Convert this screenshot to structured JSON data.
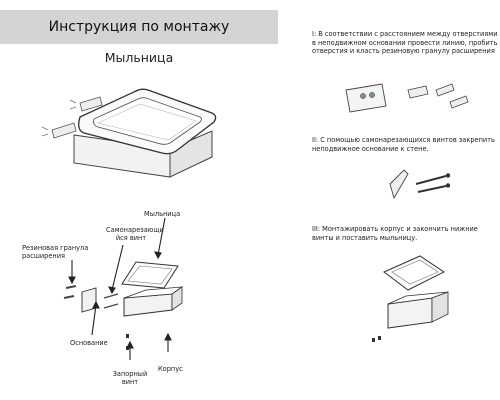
{
  "header": {
    "title": "Инструкция по монтажу"
  },
  "product": {
    "name": "Мыльница"
  },
  "labels": {
    "granule": "Резиновая гранула расширения",
    "self_tapping": "Самонарезающи йся винт",
    "soap_dish": "Мыльница",
    "base": "Основание",
    "lock_screw": "Запорный винт",
    "body": "Корпус"
  },
  "steps": [
    {
      "text": "I: В соответствии с расстоянием между отверстиями в неподвижном основании провести линию, пробить отверстия и класть резиновую гранулу расширения"
    },
    {
      "text": "II: С помощью самонарезающихся винтов закрепить неподвижное основание к стене."
    },
    {
      "text": "III: Монтажировать корпус и закончить нижние винты и поставить мыльницу."
    }
  ]
}
